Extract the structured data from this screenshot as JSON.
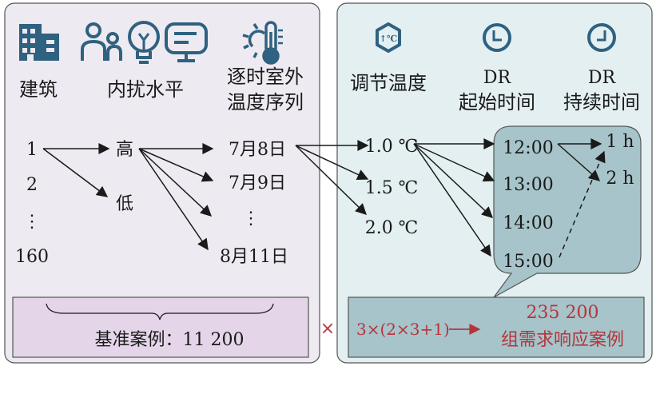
{
  "left_panel": {
    "headers": {
      "building": "建筑",
      "internal_gain": "内扰水平",
      "weather_line1": "逐时室外",
      "weather_line2": "温度序列"
    },
    "building_ids": [
      "1",
      "2",
      "⋮",
      "160"
    ],
    "gain_levels": [
      "高",
      "低"
    ],
    "dates": [
      "7月8日",
      "7月9日",
      "⋮",
      "8月11日"
    ],
    "baseline_label": "基准案例：11 200"
  },
  "multiply_sign": "×",
  "right_panel": {
    "headers": {
      "setpoint": "调节温度",
      "dr_start_line1": "DR",
      "dr_start_line2": "起始时间",
      "dr_duration_line1": "DR",
      "dr_duration_line2": "持续时间"
    },
    "setpoint_values": [
      "1.0 ℃",
      "1.5 ℃",
      "2.0 ℃"
    ],
    "start_times": [
      "12:00",
      "13:00",
      "14:00",
      "15:00"
    ],
    "durations": [
      "1 h",
      "2 h"
    ],
    "formula": "3×(2×3+1)",
    "dr_cases_count": "235 200",
    "dr_cases_label": "组需求响应案例"
  },
  "colors": {
    "left_bg": "#eeeaf1",
    "right_bg": "#e3eff1",
    "bubble_bg": "#a6c4c9",
    "icon_blue": "#2f6180",
    "accent_red": "#b5343b",
    "baseline_box": "#e4d6e8",
    "dr_box": "#a6c4c9"
  },
  "icons": [
    "building-icon",
    "people-icon",
    "lightbulb-icon",
    "monitor-icon",
    "sun-thermometer-icon",
    "temperature-setpoint-icon",
    "clock-start-icon",
    "clock-duration-icon"
  ]
}
